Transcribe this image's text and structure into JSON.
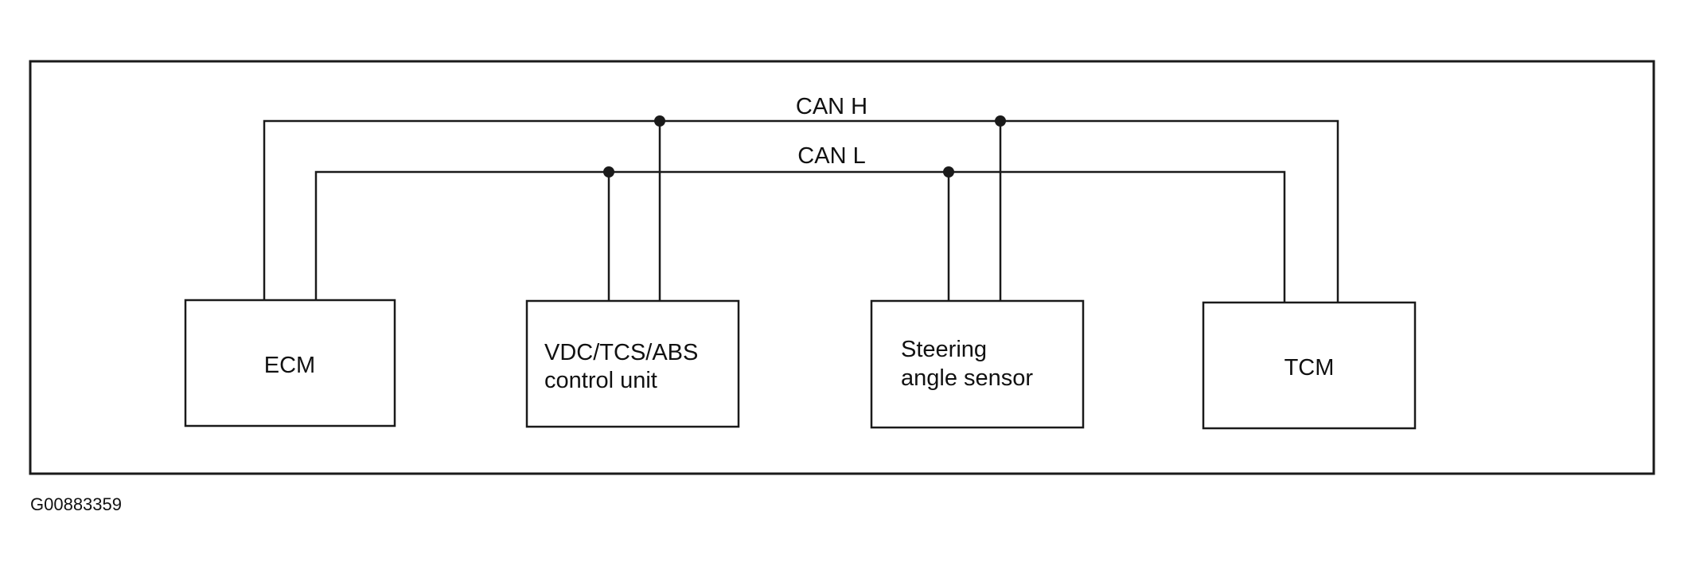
{
  "diagram": {
    "bus_labels": {
      "can_h": "CAN H",
      "can_l": "CAN L"
    },
    "units": {
      "ecm": "ECM",
      "vdc_line1": "VDC/TCS/ABS",
      "vdc_line2": "control unit",
      "steering_line1": "Steering",
      "steering_line2": "angle sensor",
      "tcm": "TCM"
    },
    "figure_id": "G00883359"
  }
}
